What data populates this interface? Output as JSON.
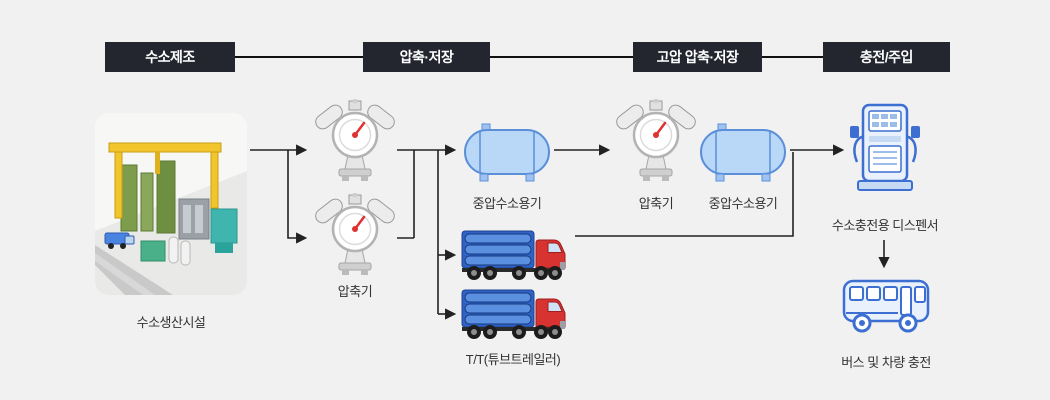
{
  "headers": [
    {
      "label": "수소제조"
    },
    {
      "label": "압축·저장"
    },
    {
      "label": "고압 압축·저장"
    },
    {
      "label": "충전/주입"
    }
  ],
  "nodes": {
    "facility_label": "수소생산시설",
    "compressor1_label": "압축기",
    "mid_tank1_label": "중압수소용기",
    "tube_trailer_label": "T/T(튜브트레일러)",
    "compressor2_label": "압축기",
    "mid_tank2_label": "중압수소용기",
    "dispenser_label": "수소충전용 디스펜서",
    "bus_label": "버스 및 차량 충전"
  },
  "icons": {
    "facility": "production-facility-illustration",
    "compressor": "compressor-gauge-icon",
    "tank": "horizontal-hydrogen-tank-icon",
    "trailer": "tube-trailer-truck-icon",
    "dispenser": "hydrogen-dispenser-icon",
    "bus": "bus-icon",
    "arrow": "flow-arrow"
  },
  "colors": {
    "background": "#f1f1f2",
    "header_bg": "#23252f",
    "header_text": "#ffffff",
    "label_text": "#333333",
    "line": "#222222",
    "blue_outline": "#3c6fd1",
    "tank_fill": "#b9d7f7",
    "tank_stroke": "#5b8fd9",
    "truck_red": "#d63331",
    "truck_blue": "#2f62c4",
    "needle_red": "#e03131"
  }
}
